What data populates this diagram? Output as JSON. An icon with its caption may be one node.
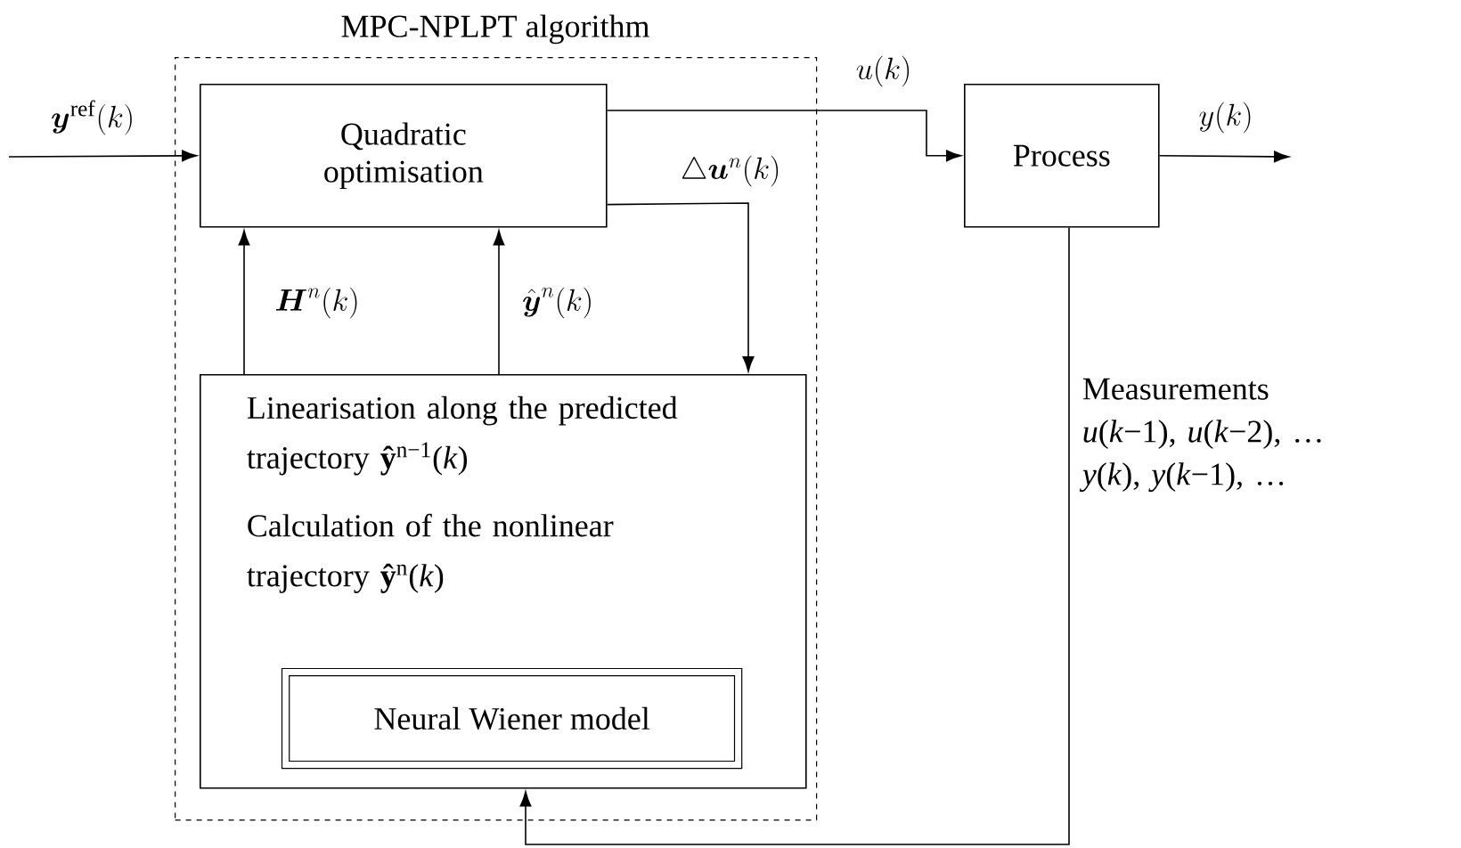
{
  "diagram": {
    "nodes": [
      {
        "text": [
          "MPC-NPLPT algorithm"
        ]
      },
      {
        "text": [
          "Quadratic optimisation"
        ],
        "in": 0
      },
      {
        "text": [
          "Process"
        ]
      },
      {
        "text": [
          "Linearisation along the predicted trajectory **ŷ**$^{n−1}$(*k*)",
          "Calculation of the nonlinear trajectory **ŷ**$^{n}$(*k*)"
        ],
        "in": 0
      },
      {
        "text": [
          "Neural Wiener model"
        ],
        "in": 3
      }
    ],
    "edges": [
      {
        "from": null,
        "to": 1,
        "arrow": "to",
        "label": "\\boldsymbol{y}^{\\mathrm{ref}}(k)"
      },
      {
        "from": 1,
        "to": 2,
        "arrow": "to",
        "label": "u(k)"
      },
      {
        "from": 1,
        "to": 3,
        "arrow": "to",
        "label": "\\triangle\\boldsymbol{u}^n(k)"
      },
      {
        "from": 3,
        "to": 1,
        "arrow": "to",
        "label": "\\boldsymbol{H}^n(k)"
      },
      {
        "from": 3,
        "to": 1,
        "arrow": "to",
        "label": "\\hat{\\boldsymbol{y}}^n(k)"
      },
      {
        "from": 2,
        "to": null,
        "arrow": "to",
        "label": "y(k)"
      },
      {
        "from": 2,
        "to": 3,
        "arrow": "to"
      }
    ],
    "labels": [
      "Measurements *u*(*k*−1), *u*(*k*−2), … *y*(*k*), *y*(*k*−1), …"
    ]
  }
}
